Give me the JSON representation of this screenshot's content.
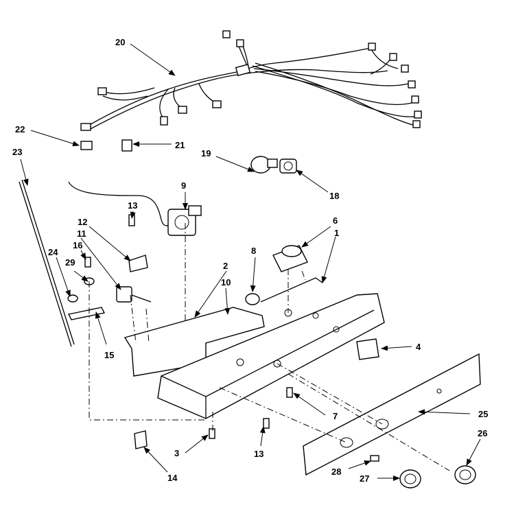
{
  "callouts": {
    "c1": "1",
    "c2": "2",
    "c3": "3",
    "c4": "4",
    "c6": "6",
    "c7": "7",
    "c8": "8",
    "c9": "9",
    "c10": "10",
    "c11": "11",
    "c12": "12",
    "c13a": "13",
    "c13b": "13",
    "c14": "14",
    "c15": "15",
    "c16": "16",
    "c18": "18",
    "c19": "19",
    "c20": "20",
    "c21": "21",
    "c22": "22",
    "c23": "23",
    "c24": "24",
    "c25": "25",
    "c26": "26",
    "c27": "27",
    "c28": "28",
    "c29": "29"
  }
}
